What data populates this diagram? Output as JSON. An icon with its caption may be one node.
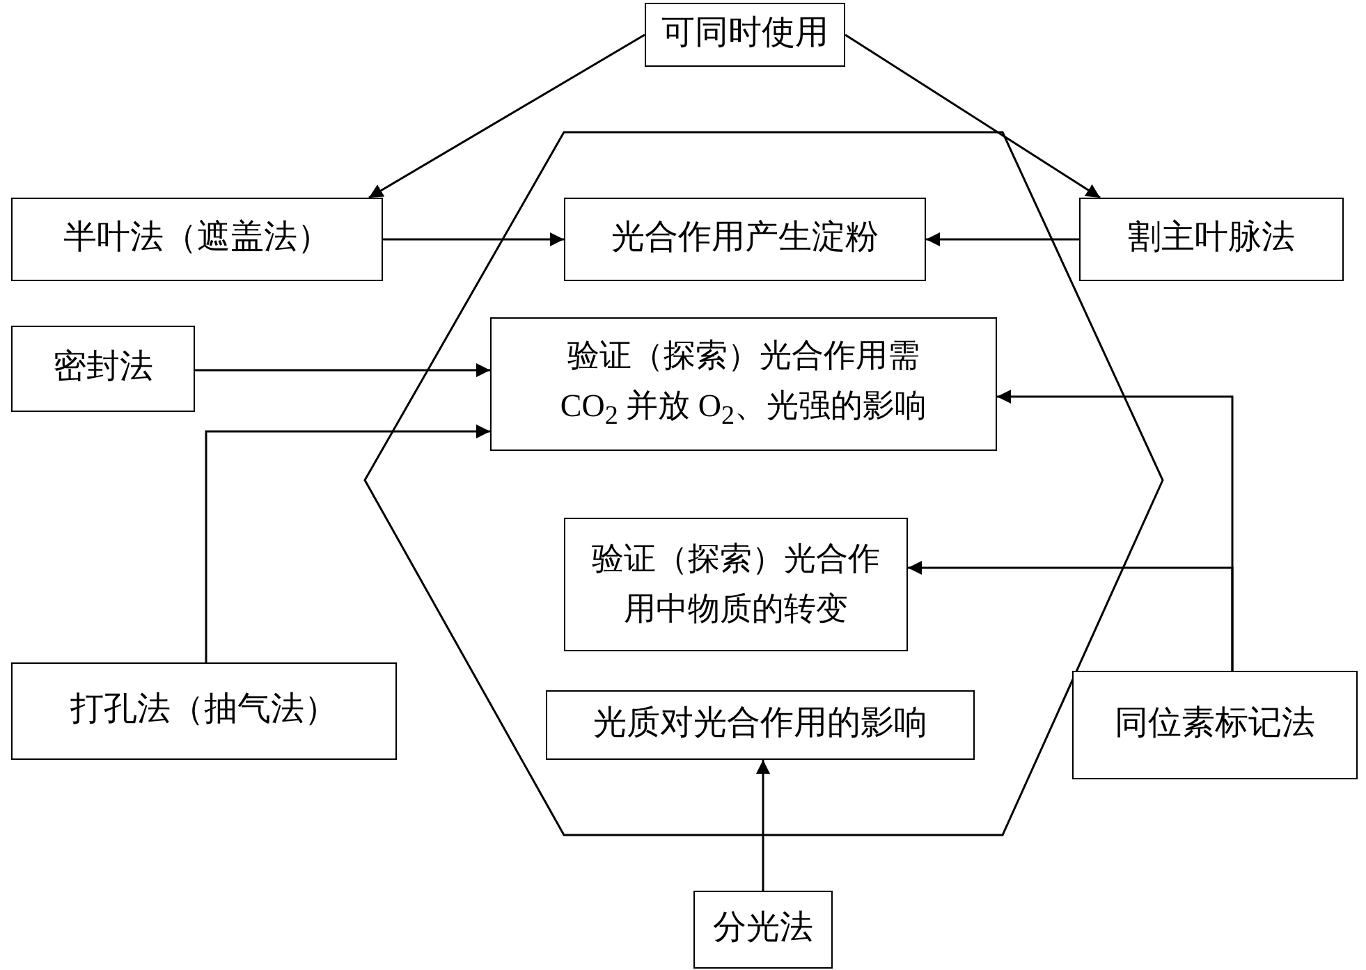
{
  "diagram": {
    "nodes": [
      {
        "text": [
          "可同时使用"
        ]
      },
      {
        "text": [],
        "shape": "hexagon"
      },
      {
        "text": [
          "半叶法（遮盖法）"
        ]
      },
      {
        "text": [
          "光合作用产生淀粉"
        ],
        "in": 1
      },
      {
        "text": [
          "割主叶脉法"
        ]
      },
      {
        "text": [
          "密封法"
        ]
      },
      {
        "text": [
          "验证（探索）光合作用需CO$_{2}$ 并放 O$_{2}$、光强的影响"
        ],
        "in": 1
      },
      {
        "text": [
          "验证（探索）光合作用中物质的转变"
        ],
        "in": 1
      },
      {
        "text": [
          "打孔法（抽气法）"
        ]
      },
      {
        "text": [
          "光质对光合作用的影响"
        ],
        "in": 1
      },
      {
        "text": [
          "同位素标记法"
        ]
      },
      {
        "text": [
          "分光法"
        ]
      }
    ],
    "edges": [
      {
        "from": 0,
        "to": 2,
        "arrow": "to"
      },
      {
        "from": 0,
        "to": 4,
        "arrow": "to"
      },
      {
        "from": 2,
        "to": 3,
        "arrow": "to"
      },
      {
        "from": 4,
        "to": 3,
        "arrow": "to"
      },
      {
        "from": 5,
        "to": 6,
        "arrow": "to"
      },
      {
        "from": 8,
        "to": 6,
        "arrow": "to"
      },
      {
        "from": 10,
        "to": 6,
        "arrow": "to"
      },
      {
        "from": 10,
        "to": 7,
        "arrow": "to"
      },
      {
        "from": 11,
        "to": 9,
        "arrow": "to"
      }
    ]
  }
}
